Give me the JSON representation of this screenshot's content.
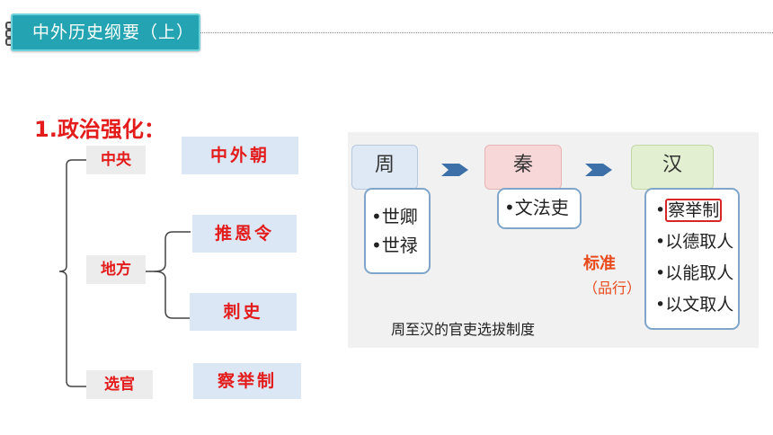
{
  "header": {
    "title": "中外历史纲要（上）"
  },
  "section": {
    "title": "1.政治强化："
  },
  "tree": {
    "central": {
      "label": "中央",
      "value": "中外朝"
    },
    "local": {
      "label": "地方",
      "values": [
        "推恩令",
        "刺史"
      ]
    },
    "official": {
      "label": "选官",
      "value": "察举制"
    }
  },
  "diagram": {
    "caption": "周至汉的官吏选拔制度",
    "zhou": {
      "title": "周",
      "items": [
        "•世卿",
        "•世禄"
      ]
    },
    "qin": {
      "title": "秦",
      "items": [
        "•文法吏"
      ]
    },
    "han": {
      "title": "汉",
      "highlight": "察举制",
      "items": [
        "•以德取人",
        "•以能取人",
        "•以文取人"
      ]
    },
    "standard": "标准",
    "standard_note": "（品行）"
  },
  "colors": {
    "accent": "#24a4b2",
    "red": "#e41b1b"
  }
}
